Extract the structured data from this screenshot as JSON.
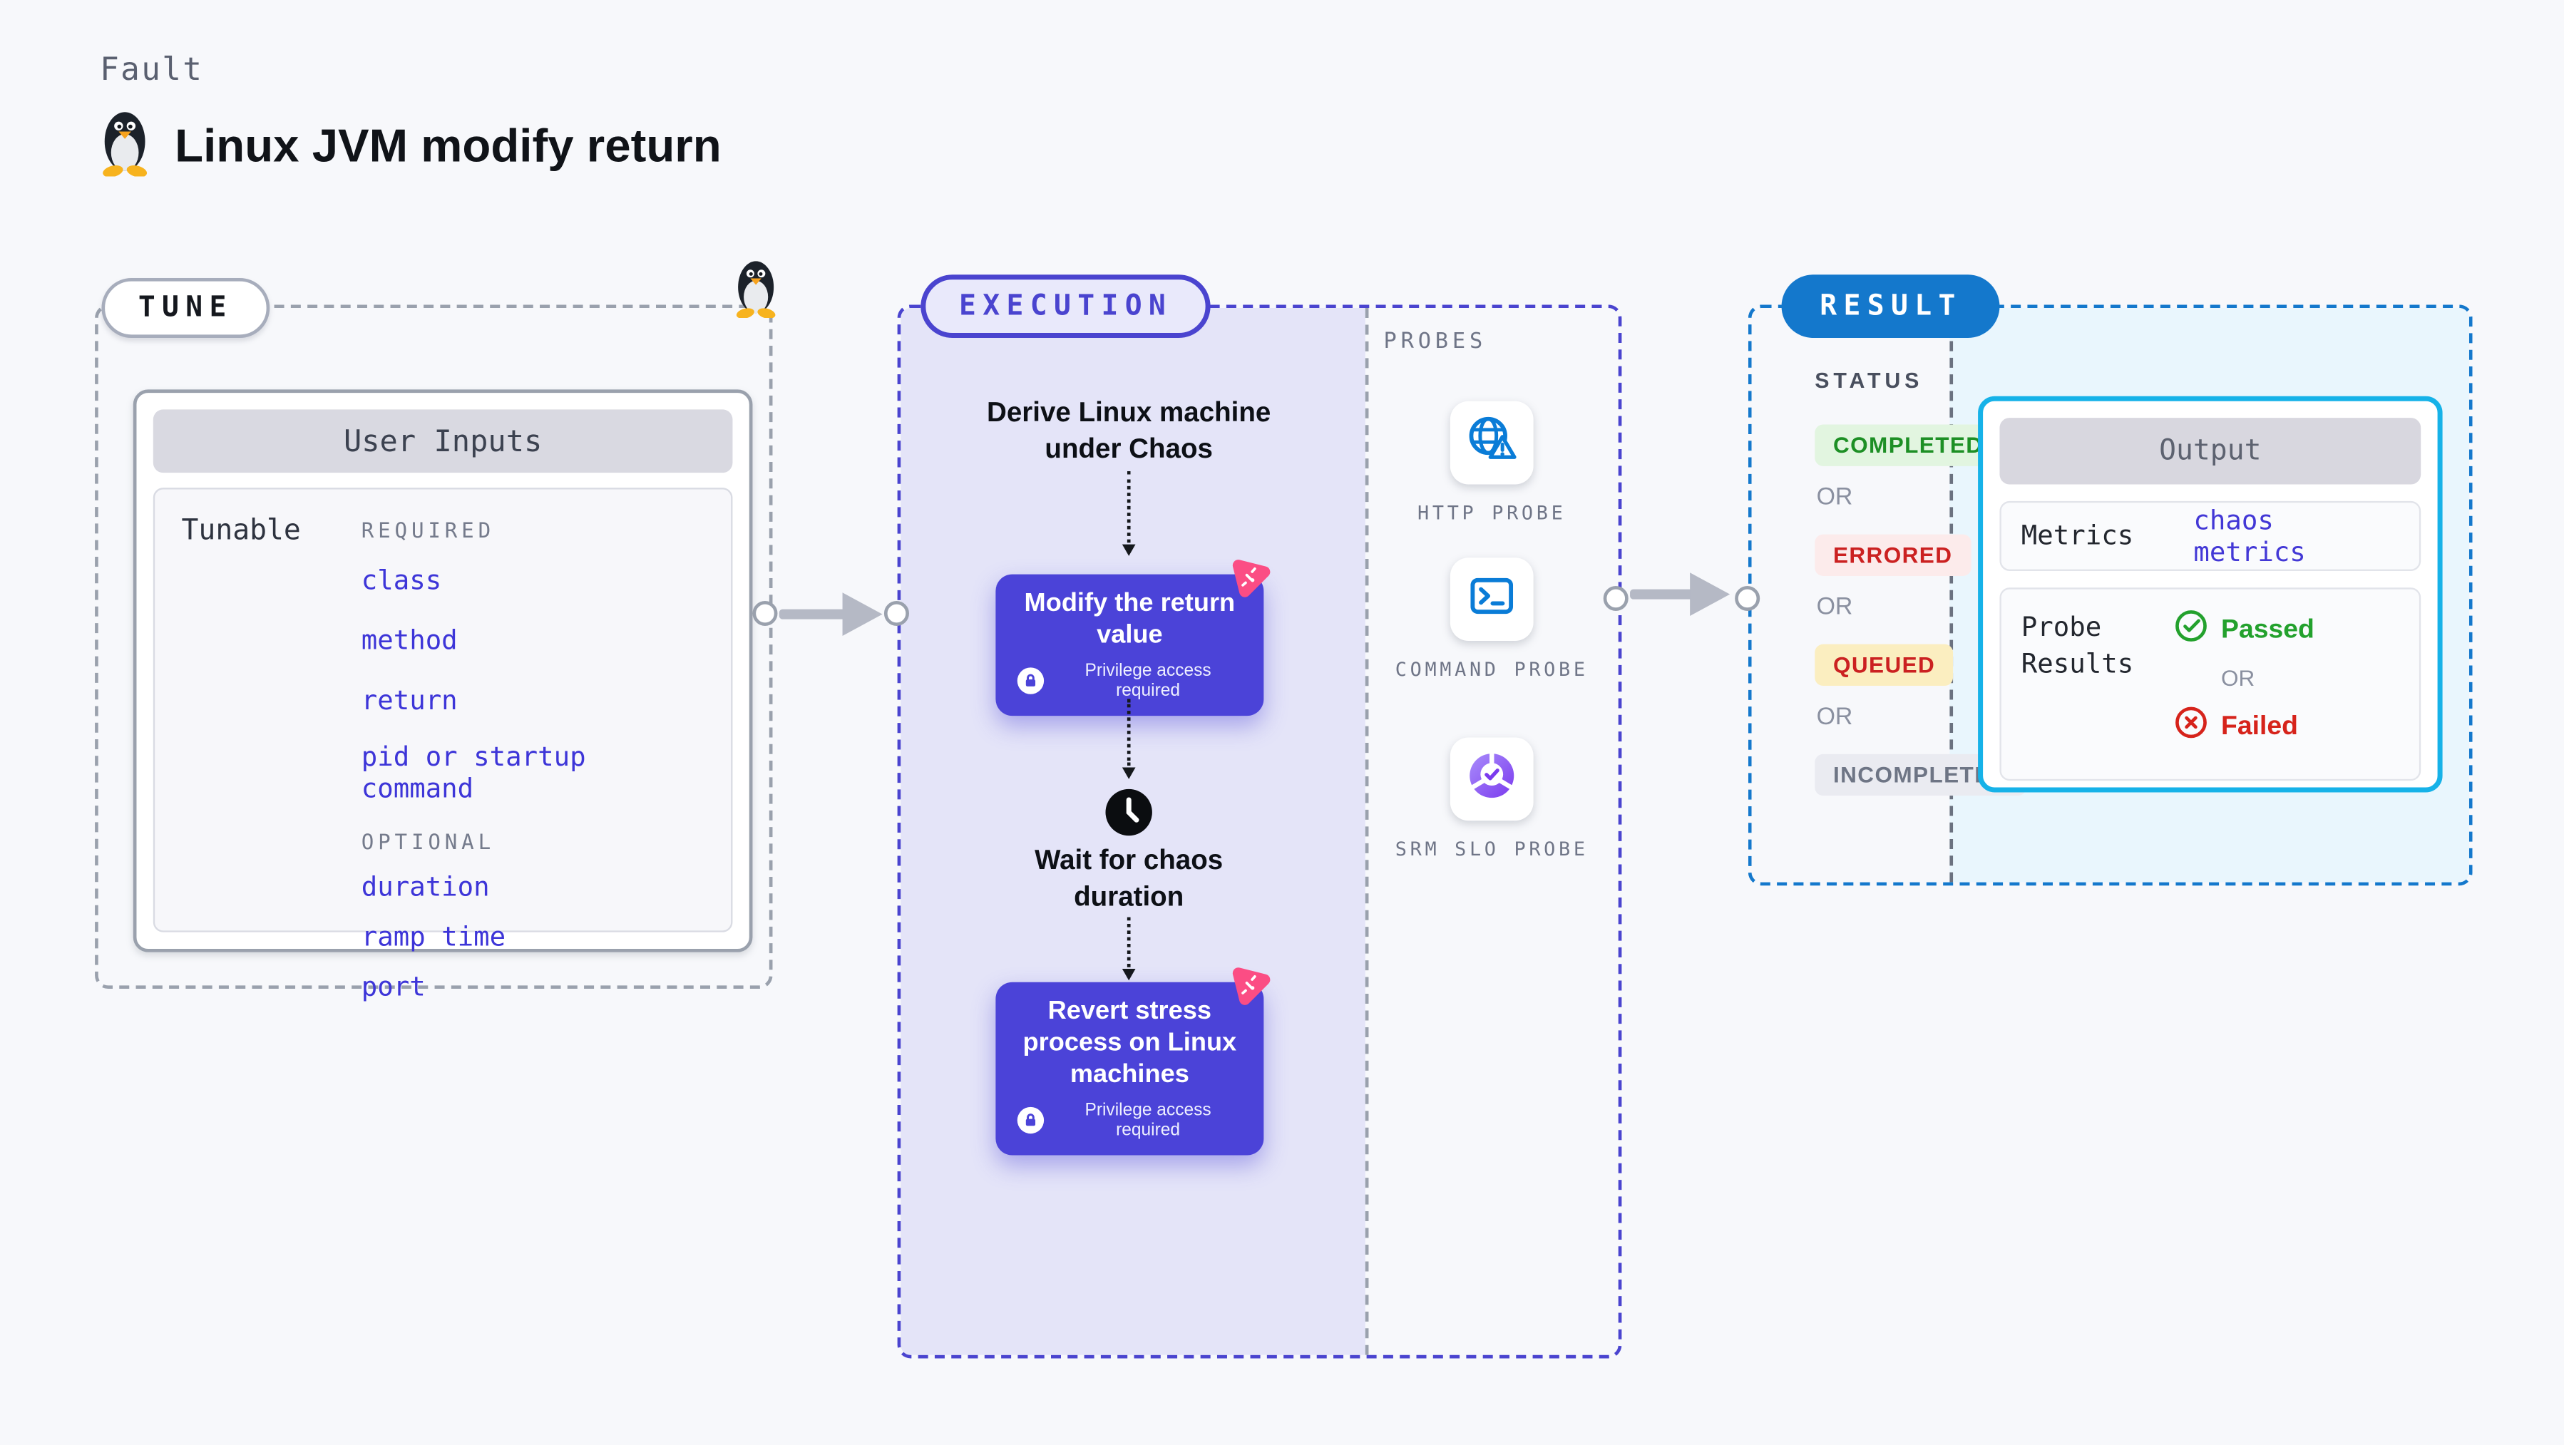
{
  "header": {
    "kicker": "Fault",
    "title": "Linux JVM modify return"
  },
  "tune": {
    "label": "TUNE",
    "card_title": "User Inputs",
    "row_label": "Tunable",
    "required_heading": "REQUIRED",
    "required_items": [
      "class",
      "method",
      "return",
      "pid or startup command"
    ],
    "optional_heading": "OPTIONAL",
    "optional_items": [
      "duration",
      "ramp time",
      "port"
    ]
  },
  "execution": {
    "label": "EXECUTION",
    "step_derive": "Derive Linux machine under Chaos",
    "action1": {
      "title": "Modify the return value",
      "note": "Privilege access required"
    },
    "wait_step": "Wait for chaos duration",
    "action2": {
      "title": "Revert stress process on Linux machines",
      "note": "Privilege access required"
    }
  },
  "probes": {
    "label": "PROBES",
    "items": [
      {
        "name": "HTTP PROBE",
        "icon": "globe-warning-icon"
      },
      {
        "name": "COMMAND PROBE",
        "icon": "terminal-icon"
      },
      {
        "name": "SRM SLO PROBE",
        "icon": "slo-pie-check-icon"
      }
    ]
  },
  "result": {
    "label": "RESULT",
    "status_heading": "STATUS",
    "or_label": "OR",
    "statuses": [
      "COMPLETED",
      "ERRORED",
      "QUEUED",
      "INCOMPLETED"
    ],
    "output": {
      "title": "Output",
      "metrics_label": "Metrics",
      "metrics_value": "chaos metrics",
      "probe_results_label": "Probe Results",
      "passed": "Passed",
      "failed": "Failed"
    }
  },
  "colors": {
    "page_bg": "#f7f8fb",
    "indigo_accent": "#4a44cf",
    "action_button": "#4b43d8",
    "lavender_panel": "#e4e4f8",
    "result_blue": "#1478cc",
    "output_border_cyan": "#16b2e8",
    "result_panel_bg": "#e9f6fd",
    "link_indigo": "#3d35d8",
    "completed_green": "#1d8f25",
    "errored_red": "#cb2121",
    "queued_bg": "#fbeec0",
    "incompleted_gray": "#6e7585",
    "passed_green": "#23a12d",
    "failed_red": "#d6231b",
    "chaos_pink": "#fb4d84",
    "probe_blue": "#0a7cd7"
  }
}
